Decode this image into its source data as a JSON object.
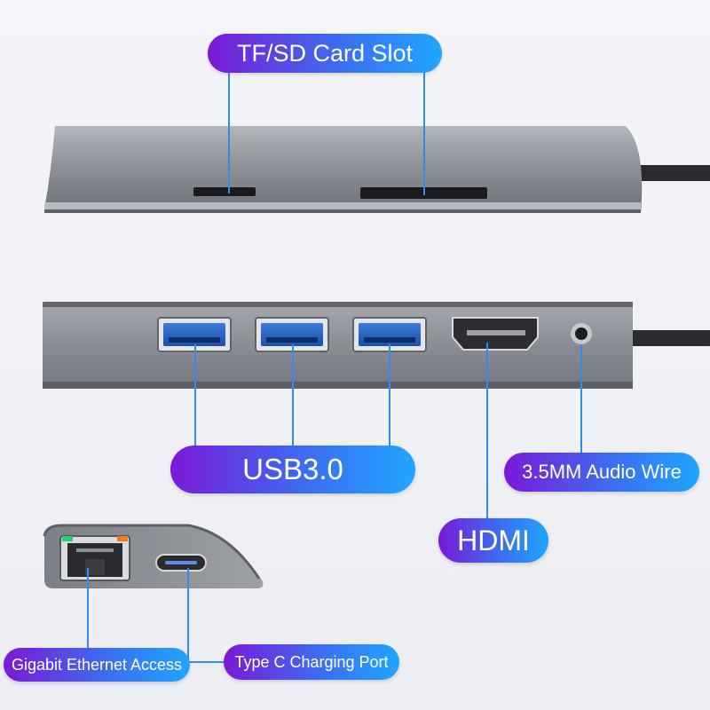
{
  "labels": {
    "card_slot": "TF/SD Card Slot",
    "usb": "USB3.0",
    "audio": "3.5MM Audio Wire",
    "hdmi": "HDMI",
    "ethernet": "Gigabit Ethernet Access",
    "typec": "Type C Charging Port"
  },
  "colors": {
    "pill_start": "#7a19d6",
    "pill_end": "#1fa6ff",
    "leader_line": "#2f8df0",
    "hub_body": "#8d9096"
  }
}
